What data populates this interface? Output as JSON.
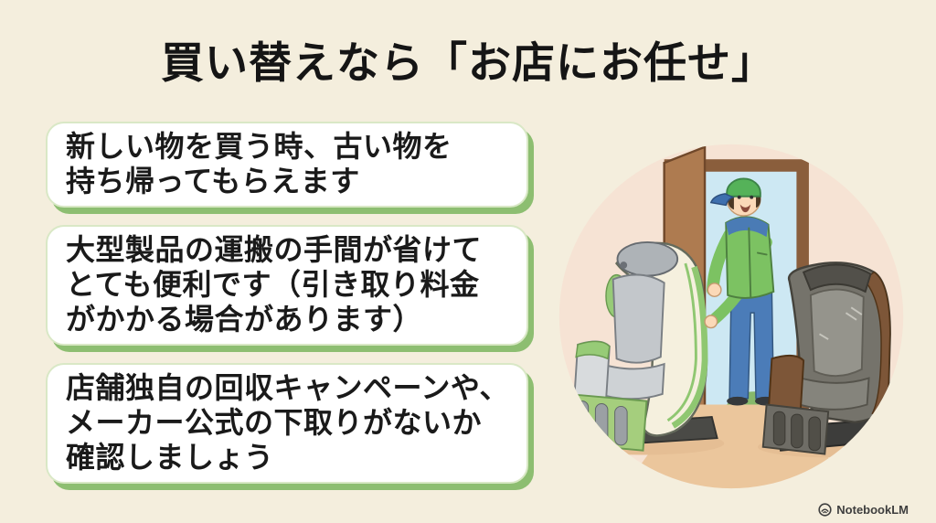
{
  "slide": {
    "title": "買い替えなら「お店にお任せ」",
    "cards": [
      {
        "lines": [
          "新しい物を買う時、古い物を",
          "持ち帰ってもらえます"
        ]
      },
      {
        "lines": [
          "大型製品の運搬の手間が省けて",
          "とても便利です（引き取り料金",
          "がかかる場合があります）"
        ]
      },
      {
        "lines": [
          "店舗独自の回収キャンペーンや、",
          "メーカー公式の下取りがないか",
          "確認しましょう"
        ]
      }
    ],
    "illustration": {
      "icon": "delivery-staff-replacing-massage-chair-illustration"
    },
    "watermark": {
      "icon": "notebooklm-logo-icon",
      "label": "NotebookLM"
    },
    "colors": {
      "background": "#F4EEDD",
      "card_background": "#FFFFFF",
      "card_border": "#D9E8C6",
      "card_shadow_green": "#8DBE71",
      "text": "#1A1A1A",
      "title_text": "#151515",
      "illustration_circle": "#F6E3D4",
      "uniform_green": "#7CC262",
      "pants_blue": "#4B7CB8"
    }
  }
}
